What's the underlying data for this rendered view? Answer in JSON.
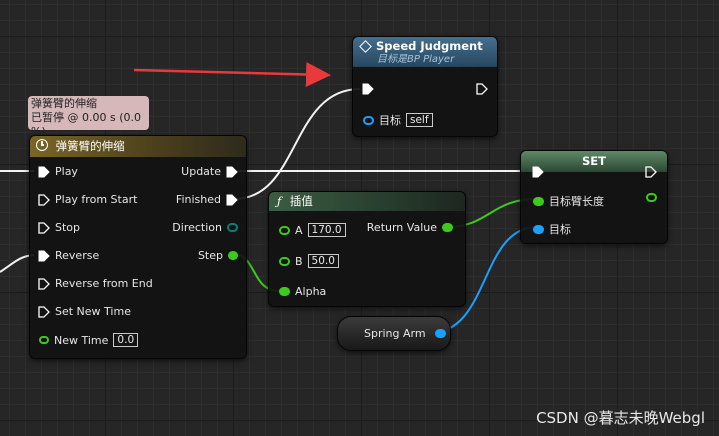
{
  "comment": {
    "line1": "弹簧臂的伸缩",
    "line2": "已暂停 @ 0.00 s (0.0 %)"
  },
  "timeline_node": {
    "title": "弹簧臂的伸缩",
    "inputs": [
      "Play",
      "Play from Start",
      "Stop",
      "Reverse",
      "Reverse from End",
      "Set New Time"
    ],
    "new_time_label": "New Time",
    "new_time_value": "0.0",
    "outputs": [
      "Update",
      "Finished",
      "Direction",
      "Step"
    ]
  },
  "speed_node": {
    "title": "Speed Judgment",
    "subtitle": "目标是BP Player",
    "target_label": "目标",
    "target_value": "self"
  },
  "lerp_node": {
    "title": "插值",
    "a_label": "A",
    "a_value": "170.0",
    "b_label": "B",
    "b_value": "50.0",
    "alpha_label": "Alpha",
    "return_label": "Return Value"
  },
  "set_node": {
    "title": "SET",
    "length_label": "目标臂长度",
    "target_label": "目标"
  },
  "spring_arm": {
    "label": "Spring Arm"
  },
  "watermark": "CSDN @暮志未晚Webgl",
  "colors": {
    "exec": "#ffffff",
    "float": "#3ccb1c",
    "object": "#1aa0ff",
    "arrow": "#e8393c",
    "timeline_header": "#7a6526",
    "function_header": "#2f5a78",
    "lerp_header": "#33523a",
    "set_header": "#3f6a4a"
  },
  "icons": {
    "timeline": "clock-icon",
    "speed": "function-diamond-icon",
    "lerp": "function-f-icon"
  }
}
